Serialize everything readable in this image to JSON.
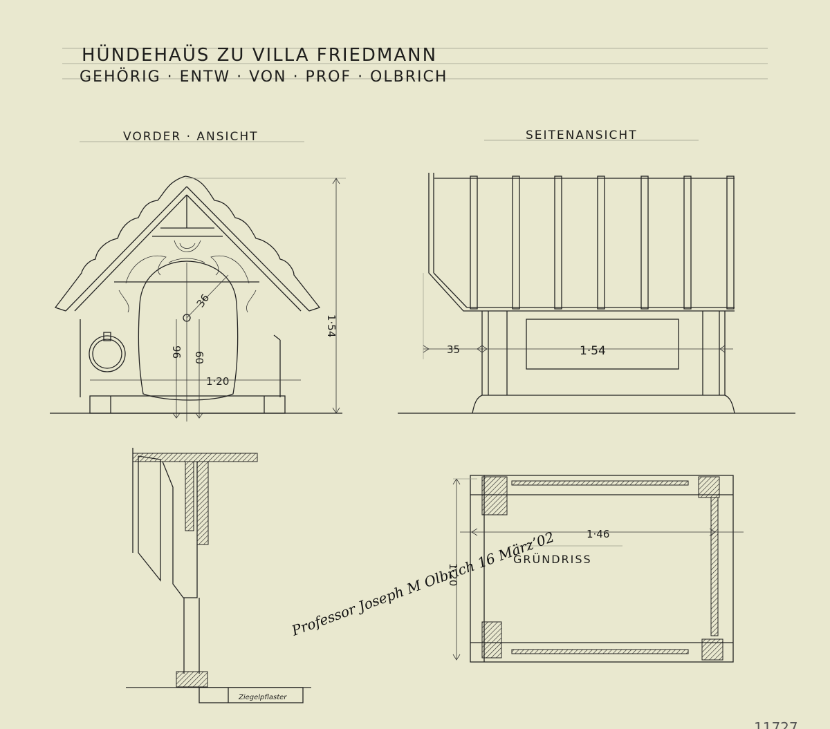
{
  "title_line1": "HÜNDEHAÜS ZU VILLA FRIEDMANN",
  "title_line2": "GEHÖRIG · ENTW · VON · PROF · OLBRICH",
  "views": {
    "front": "VORDER · ANSICHT",
    "side": "SEITENANSICHT",
    "plan": "GRÜNDRISS"
  },
  "dimensions": {
    "front_diag": "36",
    "front_height_door": "96",
    "front_low": "60",
    "front_width": "1·20",
    "front_total_height": "1·54",
    "side_overhang": "35",
    "side_length": "1·54",
    "plan_width": "1·46",
    "plan_depth": "1·20"
  },
  "signature": "Professor Joseph M Olbrich 16 Märzʼ02",
  "footnote": "Ziegelpflaster",
  "sheet_number": "11727",
  "colors": {
    "paper": "#e9e8cf",
    "ink": "#222222"
  }
}
